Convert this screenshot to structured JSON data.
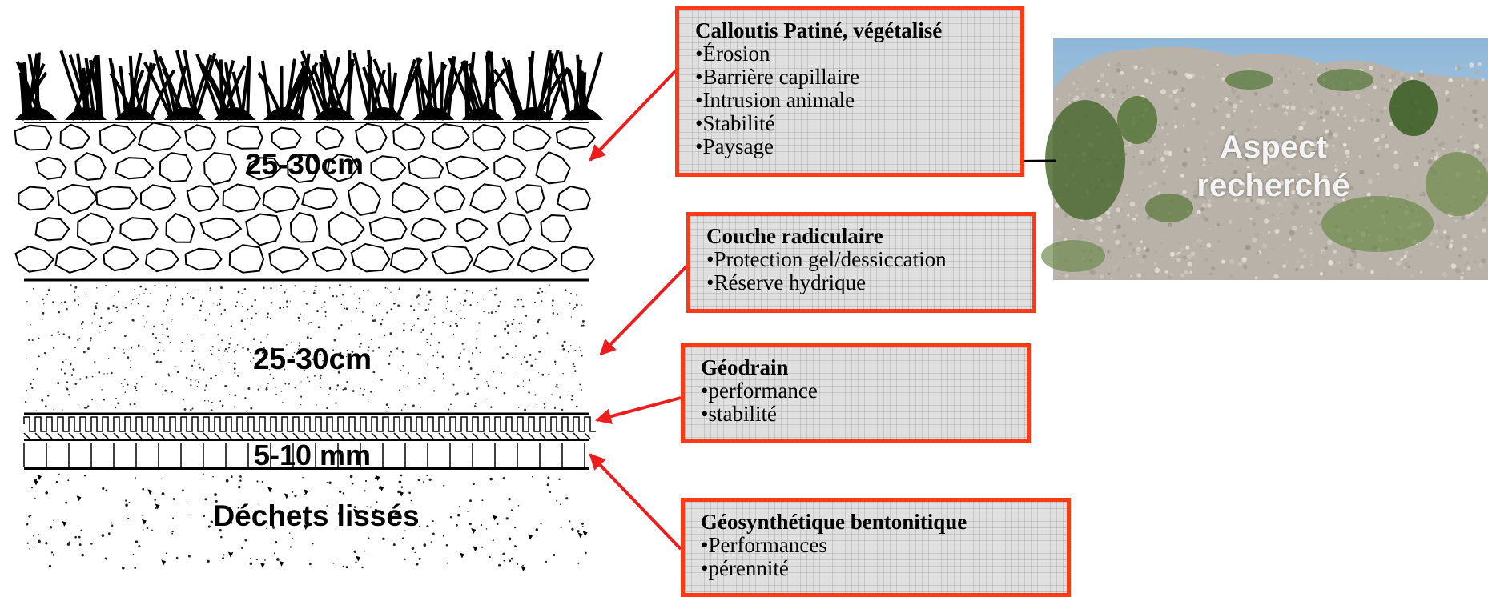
{
  "layers": {
    "stones": "25-30cm",
    "soil": "25-30cm",
    "geocomposite": "5-10 mm",
    "waste": "Déchets lissés"
  },
  "boxes": {
    "cover": {
      "title": "Calloutis Patiné, végétalisé",
      "items": [
        "Érosion",
        "Barrière capillaire",
        "Intrusion animale",
        "Stabilité",
        "Paysage"
      ]
    },
    "root_layer": {
      "title": "Couche radiculaire",
      "items": [
        "Protection gel/dessiccation",
        "Réserve hydrique"
      ]
    },
    "geodrain": {
      "title": "Géodrain",
      "items": [
        "performance",
        "stabilité"
      ]
    },
    "gsb": {
      "title": "Géosynthétique bentonitique",
      "items": [
        "Performances",
        "pérennité"
      ]
    }
  },
  "photo": {
    "label_line1": "Aspect",
    "label_line2": "recherché"
  },
  "colors": {
    "box_border": "#ff3a14",
    "arrow_red": "#ee1c1c",
    "box_fill": "#e0e0e0"
  }
}
